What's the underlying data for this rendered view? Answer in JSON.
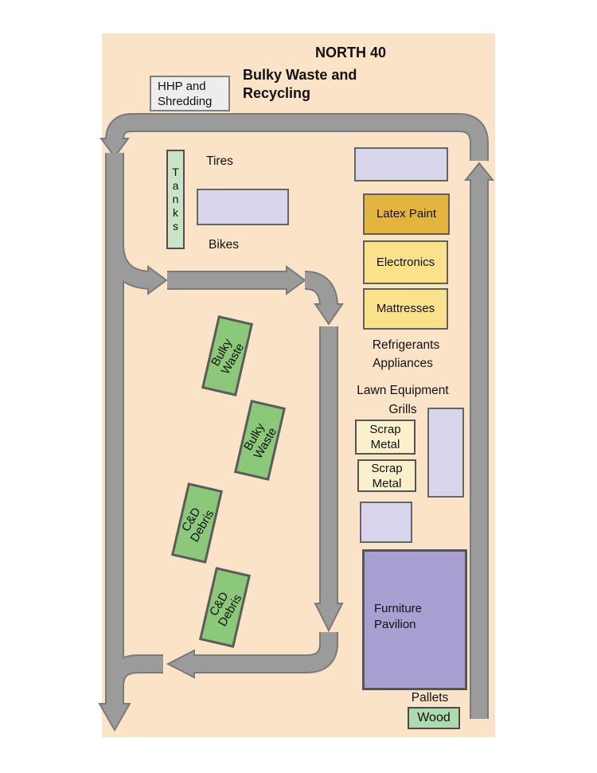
{
  "header": {
    "title_line1": "NORTH 40",
    "title_line2": "Bulky Waste and",
    "title_line3": "Recycling"
  },
  "zones": {
    "hhp": {
      "line1": "HHP and",
      "line2": "Shredding"
    },
    "tanks": {
      "letters": [
        "T",
        "a",
        "n",
        "k",
        "s"
      ]
    },
    "tires": {
      "label": "Tires"
    },
    "bikes": {
      "label": "Bikes"
    },
    "latex_paint": {
      "label": "Latex Paint"
    },
    "electronics": {
      "label": "Electronics"
    },
    "mattresses": {
      "label": "Mattresses"
    },
    "refrigerants": {
      "label": "Refrigerants"
    },
    "appliances": {
      "label": "Appliances"
    },
    "lawn_equipment": {
      "label": "Lawn Equipment"
    },
    "grills": {
      "label": "Grills"
    },
    "scrap_metal_1": {
      "line1": "Scrap",
      "line2": "Metal"
    },
    "scrap_metal_2": {
      "line1": "Scrap",
      "line2": "Metal"
    },
    "bulky_waste_1": {
      "line1": "Bulky",
      "line2": "Waste"
    },
    "bulky_waste_2": {
      "line1": "Bulky",
      "line2": "Waste"
    },
    "cd_debris_1": {
      "line1": "C&D",
      "line2": "Debris"
    },
    "cd_debris_2": {
      "line1": "C&D",
      "line2": "Debris"
    },
    "furniture_pavilion": {
      "line1": "Furniture",
      "line2": "Pavilion"
    },
    "pallets": {
      "label": "Pallets"
    },
    "wood": {
      "label": "Wood"
    }
  },
  "colors": {
    "site_background": "#FBE3C7",
    "road_fill": "#9B9B9B",
    "road_edge": "#7A7A7A",
    "zone_green": "#8CC87A",
    "zone_lavender": "#D9D5EC",
    "zone_purple": "#A89FD2",
    "zone_gold": "#E3B53E",
    "zone_yellow": "#FAE18C",
    "zone_cream": "#FAF0CC",
    "zone_mint": "#C9E5C6",
    "zone_gray": "#EDEDED",
    "zone_wood_green": "#AEDBAE",
    "text": "#111111"
  }
}
